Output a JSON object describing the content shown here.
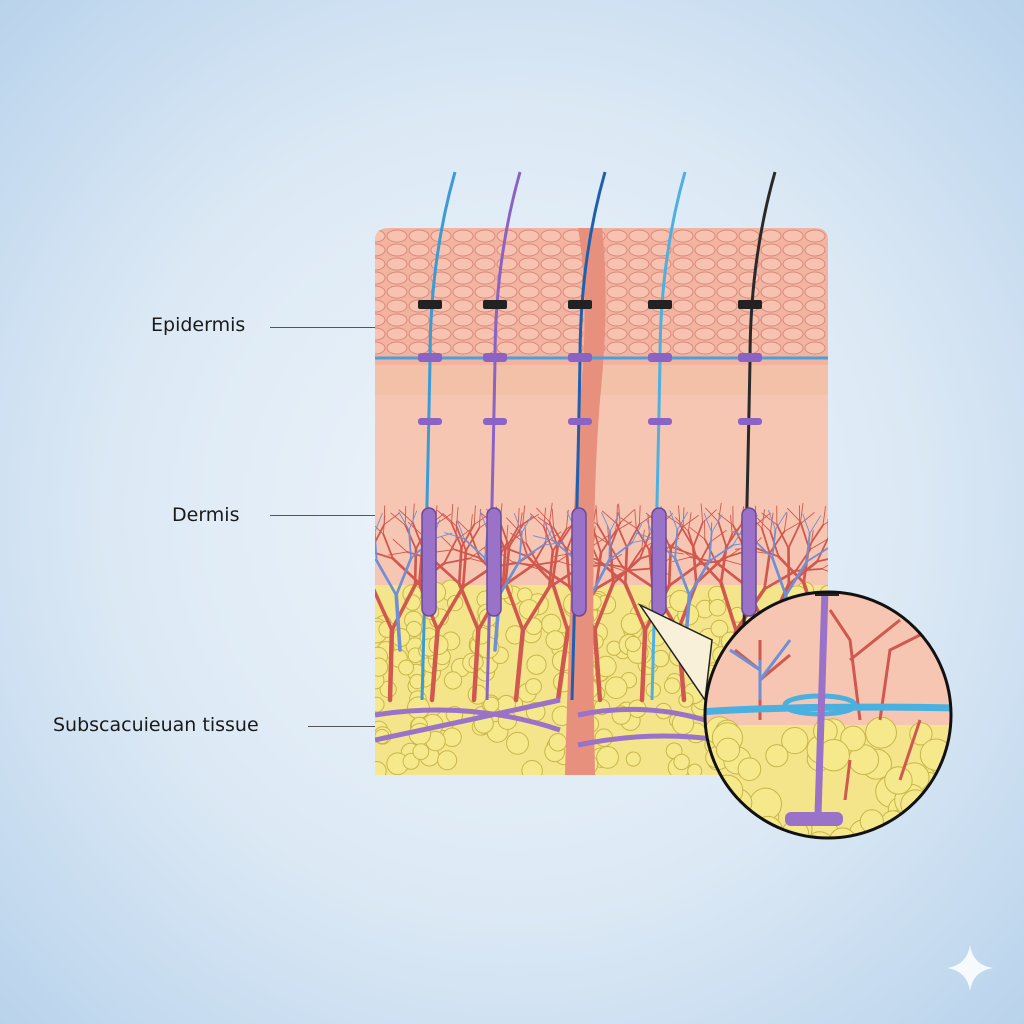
{
  "labels": {
    "epidermis": "Epidermis",
    "dermis": "Dermis",
    "subcutaneous": "Subscacuieuan tissue"
  },
  "colors": {
    "epidermis": "#f2b3a0",
    "dermis": "#f6c3b0",
    "fat": "#f3e27a",
    "vessel": "#d0584f",
    "vein": "#6f8fd6",
    "capsule": "#9a72c8",
    "thread_colors": [
      "#3a9bd5",
      "#8a63c4",
      "#1f5fb0",
      "#4db0e0",
      "#2a2a2a"
    ]
  },
  "icons": {
    "watermark": "sparkle-icon"
  }
}
